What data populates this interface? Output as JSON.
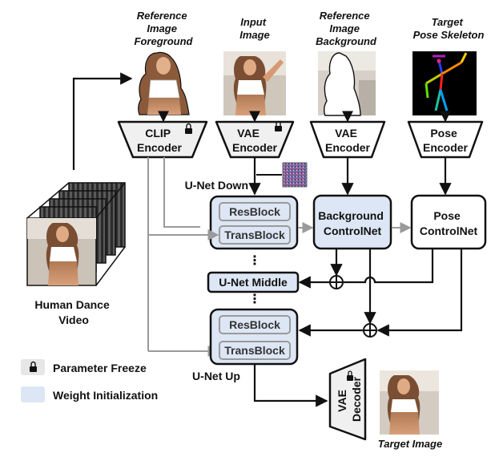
{
  "inputs": {
    "ref_fg": [
      "Reference",
      "Image",
      "Foreground"
    ],
    "input_image": [
      "Input",
      "Image"
    ],
    "ref_bg": [
      "Reference",
      "Image",
      "Background"
    ],
    "pose_skeleton": [
      "Target",
      "Pose Skeleton"
    ]
  },
  "encoders": {
    "clip": [
      "CLIP",
      "Encoder"
    ],
    "vae": [
      "VAE",
      "Encoder"
    ],
    "vae_bg": [
      "VAE",
      "Encoder"
    ],
    "pose": [
      "Pose",
      "Encoder"
    ]
  },
  "unet": {
    "down_label": "U-Net Down",
    "middle_label": "U-Net Middle",
    "up_label": "U-Net Up",
    "resblock": "ResBlock",
    "transblock": "TransBlock",
    "dots": "⋮"
  },
  "controlnets": {
    "background": [
      "Background",
      "ControlNet"
    ],
    "pose": [
      "Pose",
      "ControlNet"
    ]
  },
  "decoder": [
    "VAE",
    "Decoder"
  ],
  "source_video": [
    "Human Dance",
    "Video"
  ],
  "target_image_label": "Target Image",
  "legend": {
    "freeze": "Parameter Freeze",
    "init": "Weight Initialization"
  },
  "colors": {
    "init_fill": "#dde6f4",
    "gray_arrow": "#9a9a9a",
    "black": "#111111",
    "encoder_fill": "#f0f0f0"
  },
  "icons": {
    "lock": "lock-icon",
    "plus": "plus-circle-icon",
    "noise": "noise-icon"
  }
}
